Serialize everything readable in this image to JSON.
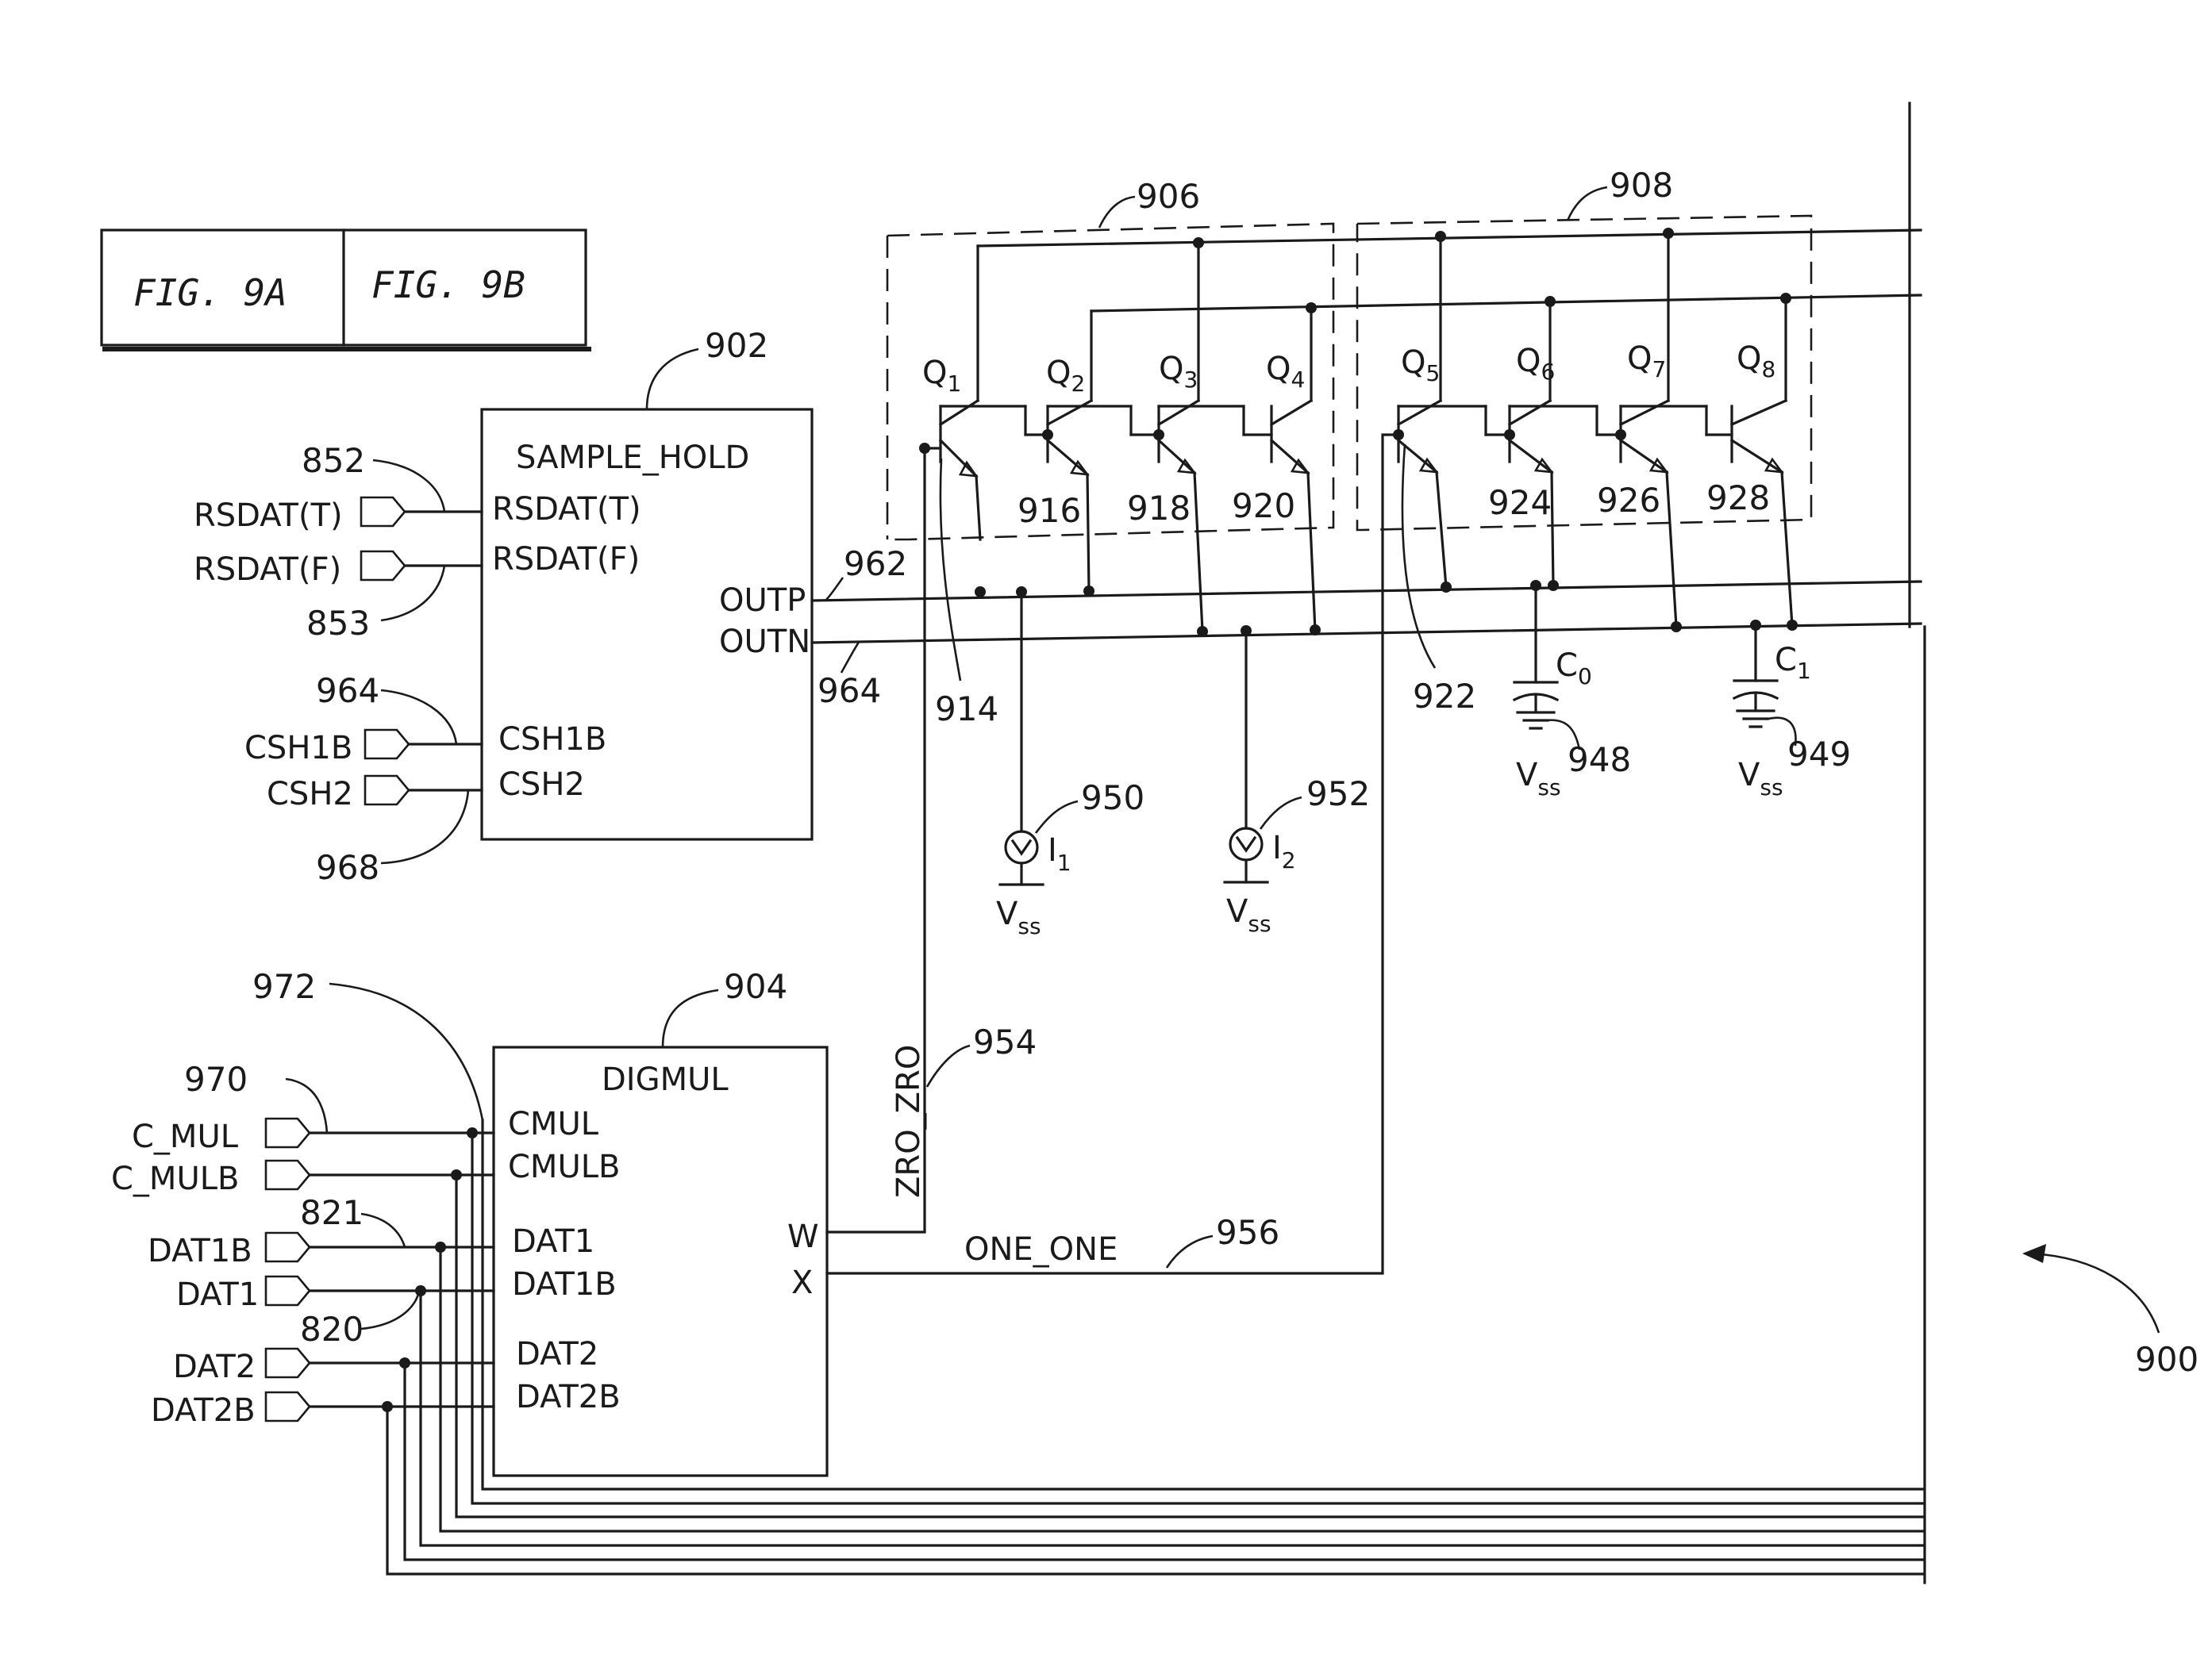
{
  "figure_ref": {
    "left": "FIG. 9A",
    "right": "FIG. 9B"
  },
  "blocks": {
    "sample_hold": {
      "ref": "902",
      "title": "SAMPLE_HOLD",
      "pins": {
        "rsdat_t": "RSDAT(T)",
        "rsdat_f": "RSDAT(F)",
        "csh1b": "CSH1B",
        "csh2": "CSH2",
        "outp": "OUTP",
        "outn": "OUTN"
      }
    },
    "digmul": {
      "ref": "904",
      "title": "DIGMUL",
      "pins": {
        "cmul": "CMUL",
        "cmulb": "CMULB",
        "dat1": "DAT1",
        "dat1b": "DAT1B",
        "dat2": "DAT2",
        "dat2b": "DAT2B",
        "w": "W",
        "x": "X"
      }
    }
  },
  "inputs": {
    "rsdat_t": "RSDAT(T)",
    "rsdat_f": "RSDAT(F)",
    "csh1b": "CSH1B",
    "csh2": "CSH2",
    "c_mul": "C_MUL",
    "c_mulb": "C_MULB",
    "dat1b": "DAT1B",
    "dat1": "DAT1",
    "dat2": "DAT2",
    "dat2b": "DAT2B"
  },
  "refs": {
    "r852": "852",
    "r853": "853",
    "r964a": "964",
    "r968": "968",
    "r972": "972",
    "r970": "970",
    "r821": "821",
    "r820": "820",
    "r906": "906",
    "r908": "908",
    "r962": "962",
    "r964b": "964",
    "r914": "914",
    "r916": "916",
    "r918": "918",
    "r920": "920",
    "r922": "922",
    "r924": "924",
    "r926": "926",
    "r928": "928",
    "r948": "948",
    "r949": "949",
    "r950": "950",
    "r952": "952",
    "r954": "954",
    "r956": "956",
    "r900": "900"
  },
  "transistors": [
    {
      "q": "Q",
      "n": "1"
    },
    {
      "q": "Q",
      "n": "2"
    },
    {
      "q": "Q",
      "n": "3"
    },
    {
      "q": "Q",
      "n": "4"
    },
    {
      "q": "Q",
      "n": "5"
    },
    {
      "q": "Q",
      "n": "6"
    },
    {
      "q": "Q",
      "n": "7"
    },
    {
      "q": "Q",
      "n": "8"
    }
  ],
  "caps": [
    {
      "c": "C",
      "n": "0"
    },
    {
      "c": "C",
      "n": "1"
    }
  ],
  "sources": [
    {
      "i": "I",
      "n": "1"
    },
    {
      "i": "I",
      "n": "2"
    }
  ],
  "supply": {
    "v": "V",
    "sub": "ss"
  },
  "nets": {
    "zro": "ZRO_ZRO",
    "one": "ONE_ONE"
  }
}
